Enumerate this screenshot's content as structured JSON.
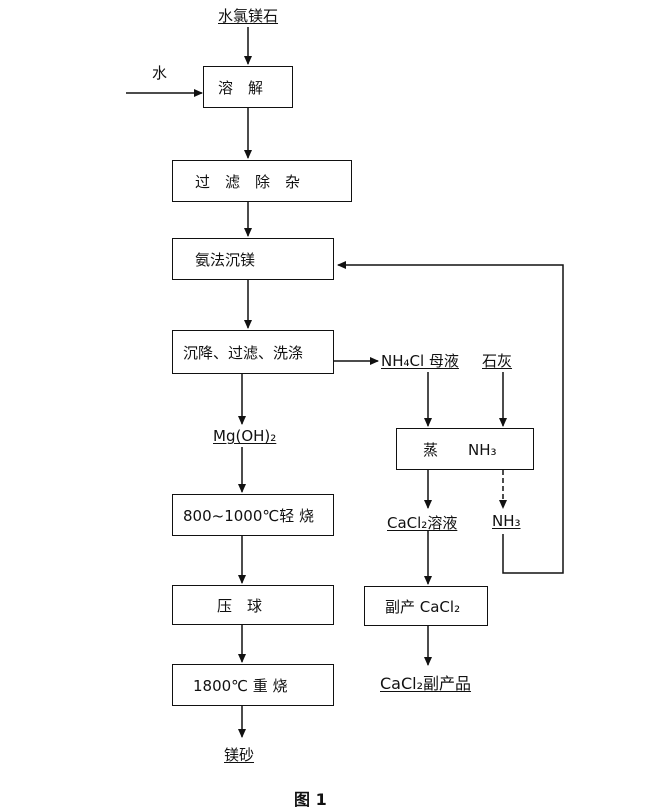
{
  "nodes": {
    "start": "水氯镁石",
    "water": "水",
    "dissolve": "溶　解",
    "filter_impurity": "过　滤　除　杂",
    "ammonia_precip": "氨法沉镁",
    "settle_filter_wash": "沉降、过滤、洗涤",
    "mg_oh2": "Mg(OH)₂",
    "light_burn": "800~1000℃轻 烧",
    "ball_press": "压　球",
    "reburn": "1800℃ 重 烧",
    "product": "镁砂",
    "mother_liquor": "NH₄Cl 母液",
    "lime": "石灰",
    "distill": "蒸　　NH₃",
    "cacl2_solution": "CaCl₂溶液",
    "nh3_recycle": "NH₃",
    "byproduct_box": "副产 CaCl₂",
    "byproduct": "CaCl₂副产品"
  },
  "caption": "图 1"
}
